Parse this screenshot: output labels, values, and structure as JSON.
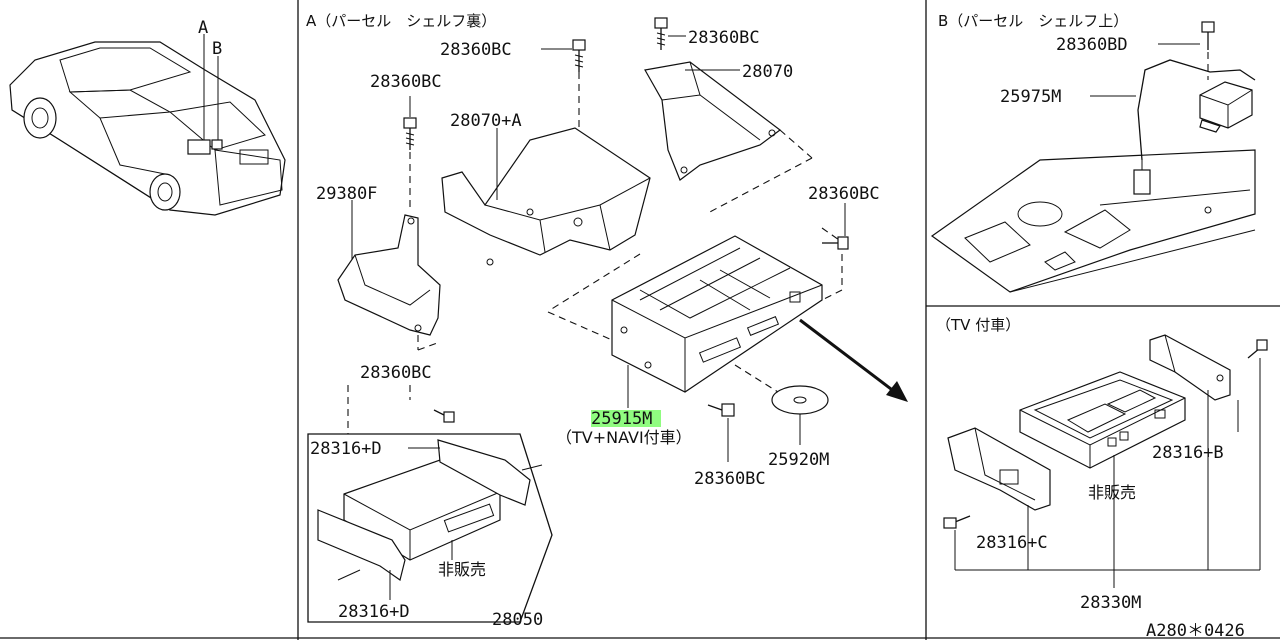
{
  "diagram": {
    "panel_a_title": "A（パーセル　シェルフ裏）",
    "panel_b_title": "B（パーセル　シェルフ上）",
    "panel_tv_title": "（TV 付車）",
    "car_callouts": [
      "A",
      "B"
    ],
    "footer_code": "A280＊0426",
    "highlight_label": "25915M",
    "highlight_color": "#7CFC6A",
    "highlight_note": "（TV+NAVI付車）",
    "panel_a_labels": {
      "bolt_top_left": "28360BC",
      "bolt_top_mid": "28360BC",
      "bolt_top_right": "28360BC",
      "bracket_right": "28070",
      "bracket_mid": "28070+A",
      "bracket_left": "29380F",
      "bolt_right": "28360BC",
      "bolt_lower_left": "28360BC",
      "bolt_lower_center": "28360BC",
      "disc": "25920M",
      "sub_bracket_top": "28316+D",
      "sub_bracket_bottom": "28316+D",
      "sub_unit_note": "非販売",
      "sub_assembly": "28050"
    },
    "panel_b_labels": {
      "bolt": "28360BD",
      "harness": "25975M"
    },
    "panel_tv_labels": {
      "bracket_right": "28316+B",
      "bracket_left": "28316+C",
      "unit_note": "非販売",
      "assembly": "28330M"
    }
  }
}
